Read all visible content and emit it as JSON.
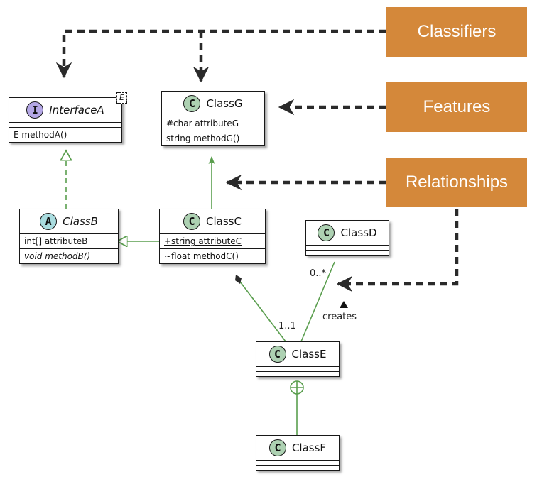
{
  "callouts": {
    "classifiers": "Classifiers",
    "features": "Features",
    "relationships": "Relationships"
  },
  "classes": {
    "interfaceA": {
      "badge": "I",
      "name": "InterfaceA",
      "type_param": "E",
      "methods": [
        "E methodA()"
      ]
    },
    "classG": {
      "badge": "C",
      "name": "ClassG",
      "attributes": [
        "#char attributeG"
      ],
      "methods": [
        "string methodG()"
      ]
    },
    "classB": {
      "badge": "A",
      "name": "ClassB",
      "attributes": [
        "int[] attributeB"
      ],
      "methods": [
        "void methodB()"
      ]
    },
    "classC": {
      "badge": "C",
      "name": "ClassC",
      "attributes": [
        "+string attributeC"
      ],
      "methods": [
        "~float methodC()"
      ]
    },
    "classD": {
      "badge": "C",
      "name": "ClassD"
    },
    "classE": {
      "badge": "C",
      "name": "ClassE"
    },
    "classF": {
      "badge": "C",
      "name": "ClassF"
    }
  },
  "labels": {
    "multiplicity_d": "0..*",
    "multiplicity_e": "1..1",
    "creates": "creates"
  },
  "colors": {
    "relationship_line": "#5a9e4e",
    "callout_fill": "#d4883a",
    "callout_arrow": "#2a2a2a",
    "badge_class": "#add1b2",
    "badge_abstract": "#a9dcdf",
    "badge_interface": "#b4a7e5"
  }
}
